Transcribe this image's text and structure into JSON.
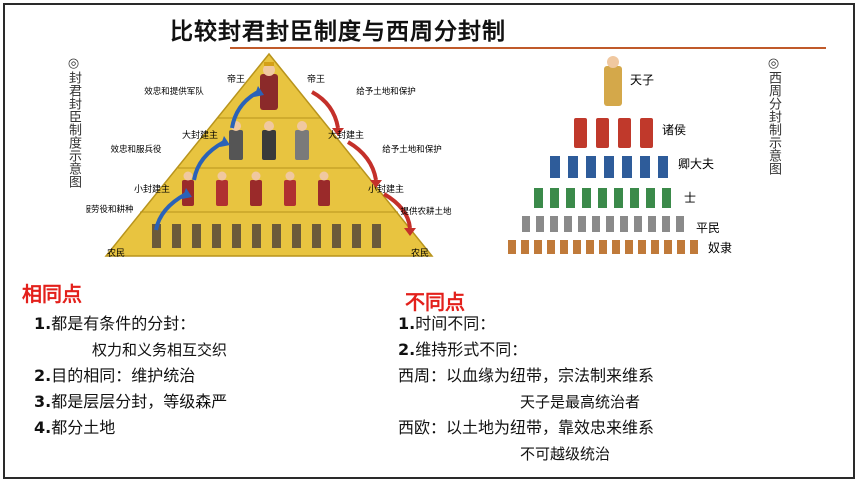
{
  "title": "比较封君封臣制度与西周分封制",
  "left_caption": "◎封君封臣制度示意图",
  "right_caption": "◎西周分封制示意图",
  "pyramid": {
    "levels": [
      "帝王",
      "大封建主",
      "小封建主",
      "农民"
    ],
    "up_notes": [
      "效忠和提供军队",
      "效忠和服兵役",
      "服劳役和耕种"
    ],
    "down_notes": [
      "给予土地和保护",
      "给予土地和保护",
      "提供农耕土地"
    ]
  },
  "society": {
    "levels": [
      "天子",
      "诸侯",
      "卿大夫",
      "士",
      "平民",
      "奴隶"
    ]
  },
  "same": {
    "heading": "相同点",
    "items": [
      {
        "num": "1.",
        "text": "都是有条件的分封："
      },
      {
        "num": "",
        "text": "权力和义务相互交织"
      },
      {
        "num": "2.",
        "text": "目的相同：维护统治"
      },
      {
        "num": "3.",
        "text": "都是层层分封，等级森严"
      },
      {
        "num": "4.",
        "text": "都分土地"
      }
    ]
  },
  "diff": {
    "heading": "不同点",
    "items": [
      {
        "num": "1.",
        "text": "时间不同："
      },
      {
        "num": "2.",
        "text": "维持形式不同："
      },
      {
        "num": "",
        "text": "西周：以血缘为纽带，宗法制来维系"
      },
      {
        "num": "",
        "text": "天子是最高统治者"
      },
      {
        "num": "",
        "text": "西欧：以土地为纽带，靠效忠来维系"
      },
      {
        "num": "",
        "text": "不可越级统治"
      }
    ]
  },
  "colors": {
    "accent_red": "#e3201b",
    "rule": "#c05a2a",
    "pyramid": "#e8c440",
    "arrow_up": "#2a62b8",
    "arrow_down": "#c4302a"
  }
}
